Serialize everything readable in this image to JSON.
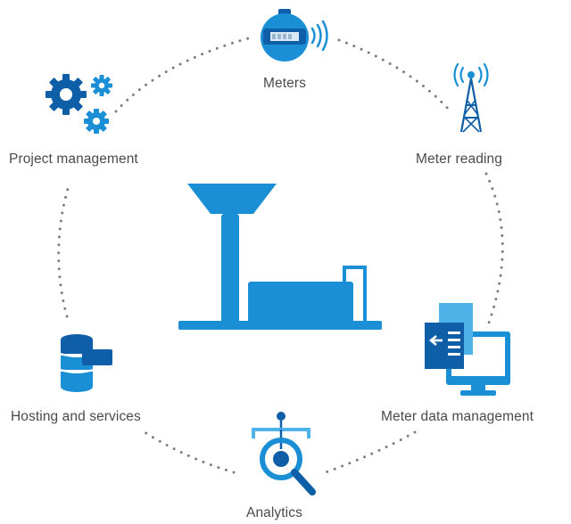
{
  "colors": {
    "primary": "#1a8fd6",
    "dark": "#0f5fa8",
    "light": "#4fb3ea",
    "dots": "#7d7d7d",
    "text": "#4a4a4a"
  },
  "nodes": {
    "meters": {
      "label": "Meters",
      "icon": "meter-icon"
    },
    "meter_reading": {
      "label": "Meter reading",
      "icon": "antenna-tower-icon"
    },
    "meter_data_management": {
      "label": "Meter data management",
      "icon": "monitor-document-icon"
    },
    "analytics": {
      "label": "Analytics",
      "icon": "magnifier-analytics-icon"
    },
    "hosting": {
      "label": "Hosting and services",
      "icon": "database-server-icon"
    },
    "project_management": {
      "label": "Project management",
      "icon": "gears-icon"
    }
  },
  "center": {
    "icon": "water-plant-icon"
  }
}
